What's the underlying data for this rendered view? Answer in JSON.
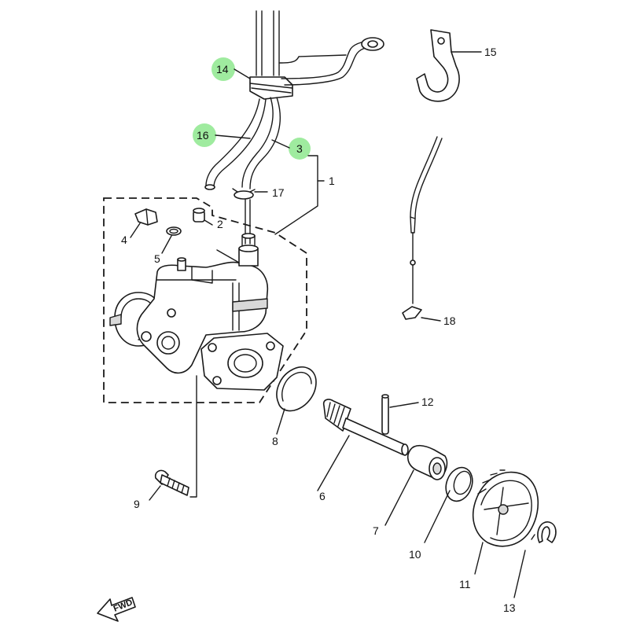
{
  "callouts": [
    {
      "id": "1",
      "label": "1",
      "highlighted": false
    },
    {
      "id": "2",
      "label": "2",
      "highlighted": false
    },
    {
      "id": "3",
      "label": "3",
      "highlighted": true
    },
    {
      "id": "4",
      "label": "4",
      "highlighted": false
    },
    {
      "id": "5",
      "label": "5",
      "highlighted": false
    },
    {
      "id": "6",
      "label": "6",
      "highlighted": false
    },
    {
      "id": "7",
      "label": "7",
      "highlighted": false
    },
    {
      "id": "8",
      "label": "8",
      "highlighted": false
    },
    {
      "id": "9",
      "label": "9",
      "highlighted": false
    },
    {
      "id": "10",
      "label": "10",
      "highlighted": false
    },
    {
      "id": "11",
      "label": "11",
      "highlighted": false
    },
    {
      "id": "12",
      "label": "12",
      "highlighted": false
    },
    {
      "id": "13",
      "label": "13",
      "highlighted": false
    },
    {
      "id": "14",
      "label": "14",
      "highlighted": true
    },
    {
      "id": "15",
      "label": "15",
      "highlighted": false
    },
    {
      "id": "16",
      "label": "16",
      "highlighted": true
    },
    {
      "id": "17",
      "label": "17",
      "highlighted": false
    },
    {
      "id": "18",
      "label": "18",
      "highlighted": false
    }
  ],
  "fwd_marker": {
    "label": "FWD"
  },
  "colors": {
    "highlight": "#8ee88e",
    "line": "#1a1a1a",
    "background": "#ffffff"
  }
}
